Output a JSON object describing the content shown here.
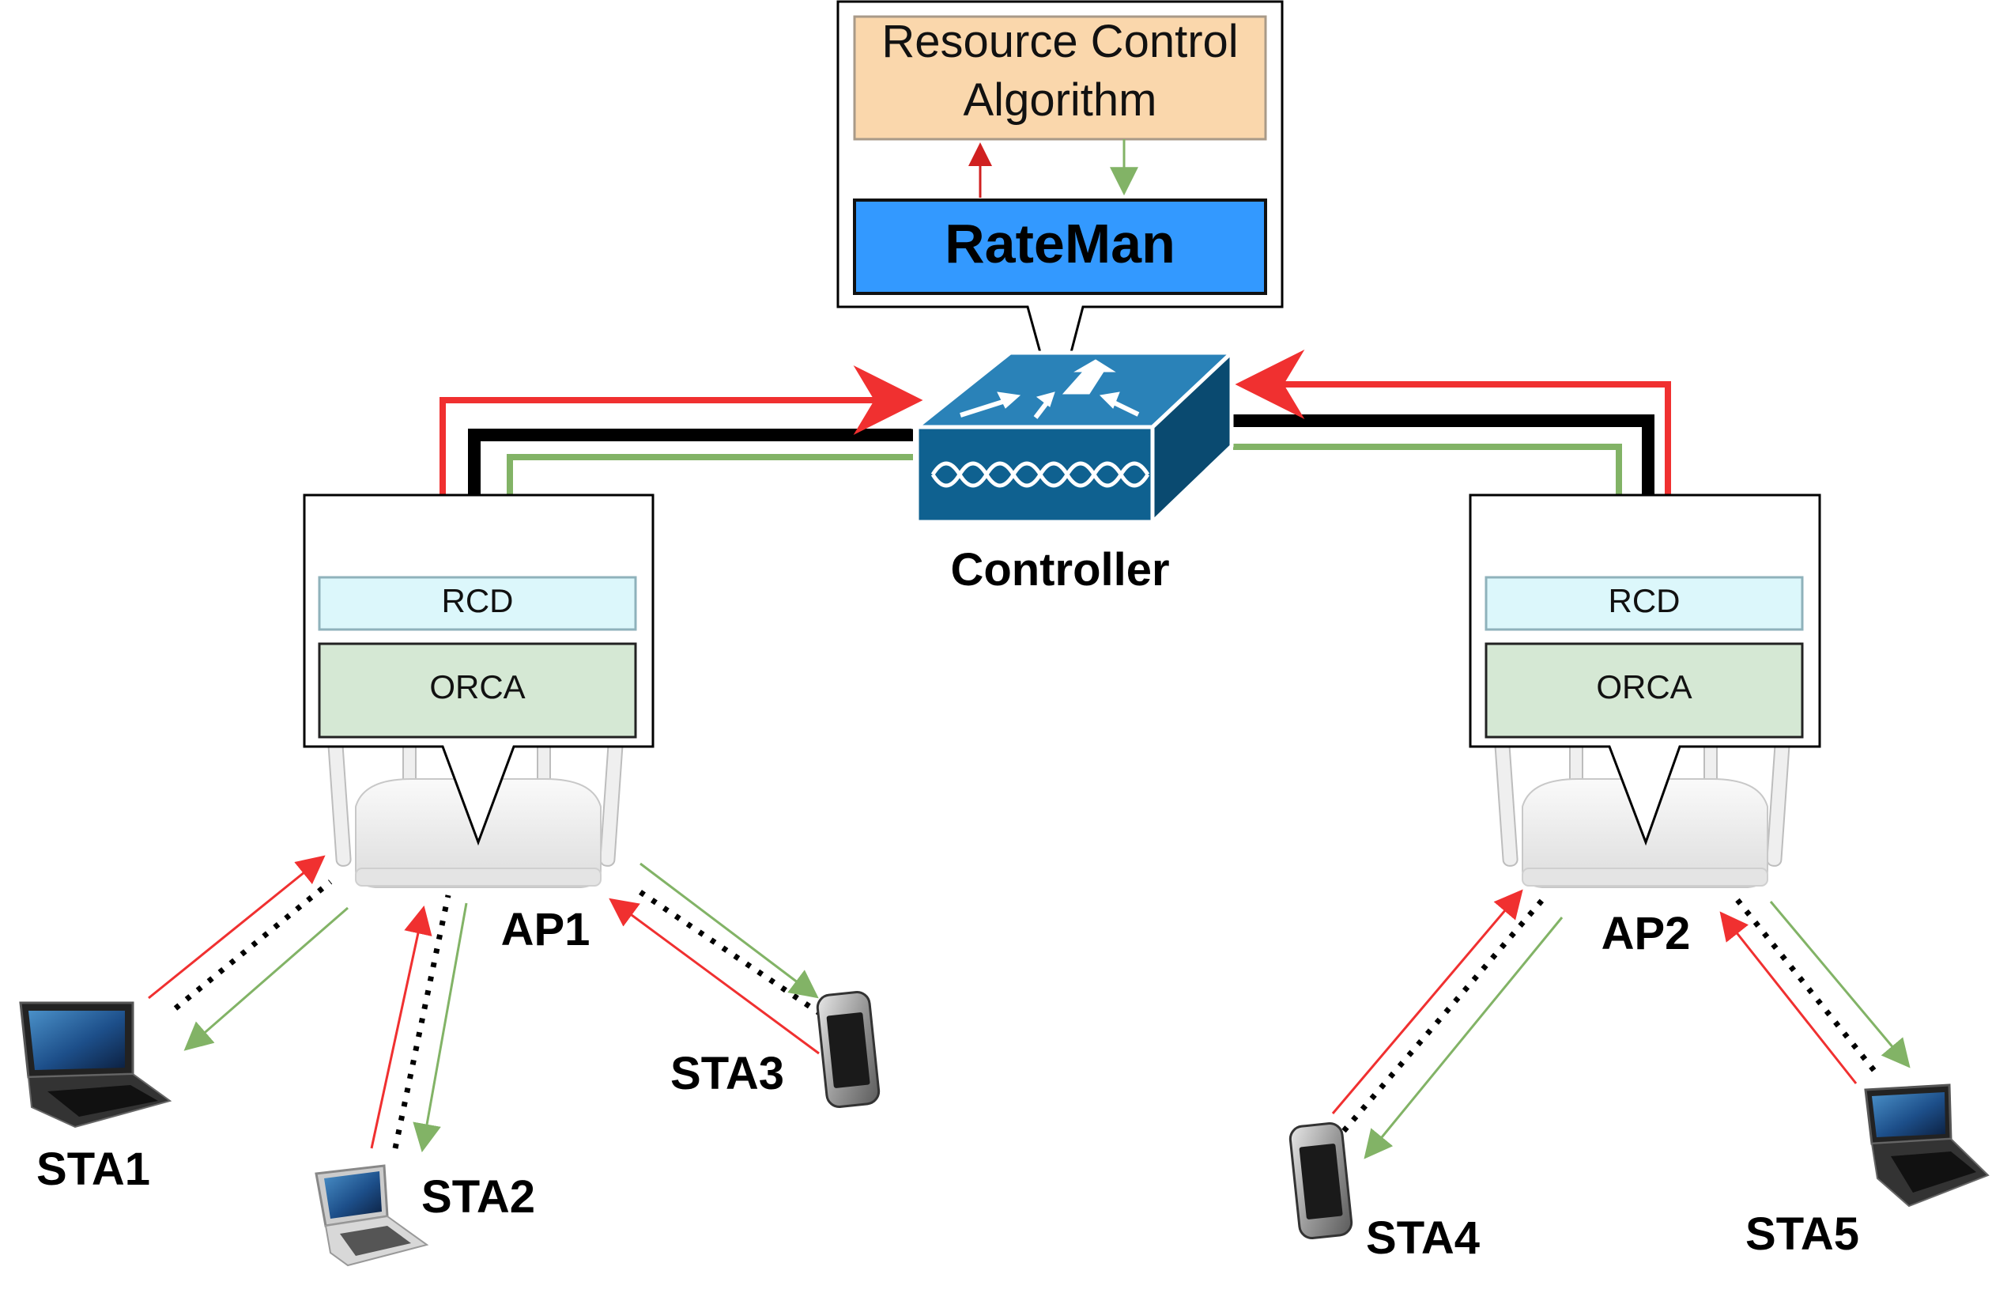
{
  "controller_box": {
    "algorithm_label_line1": "Resource Control",
    "algorithm_label_line2": "Algorithm",
    "rateman_label": "RateMan"
  },
  "controller": {
    "label": "Controller"
  },
  "access_points": [
    {
      "label": "AP1",
      "rcd_label": "RCD",
      "orca_label": "ORCA"
    },
    {
      "label": "AP2",
      "rcd_label": "RCD",
      "orca_label": "ORCA"
    }
  ],
  "stations": [
    {
      "label": "STA1",
      "device": "laptop-icon"
    },
    {
      "label": "STA2",
      "device": "laptop-icon"
    },
    {
      "label": "STA3",
      "device": "smartphone-icon"
    },
    {
      "label": "STA4",
      "device": "smartphone-icon"
    },
    {
      "label": "STA5",
      "device": "laptop-icon"
    }
  ],
  "colors": {
    "uplink_red": "#f03030",
    "downlink_green": "#82b366",
    "backbone_black": "#000000",
    "algorithm_fill": "#fad7ac",
    "algorithm_stroke": "#b09a7a",
    "rateman_fill": "#3399ff",
    "rcd_fill": "#dcf7fb",
    "orca_fill": "#d5e8d4",
    "switch_blue": "#0f6190"
  }
}
